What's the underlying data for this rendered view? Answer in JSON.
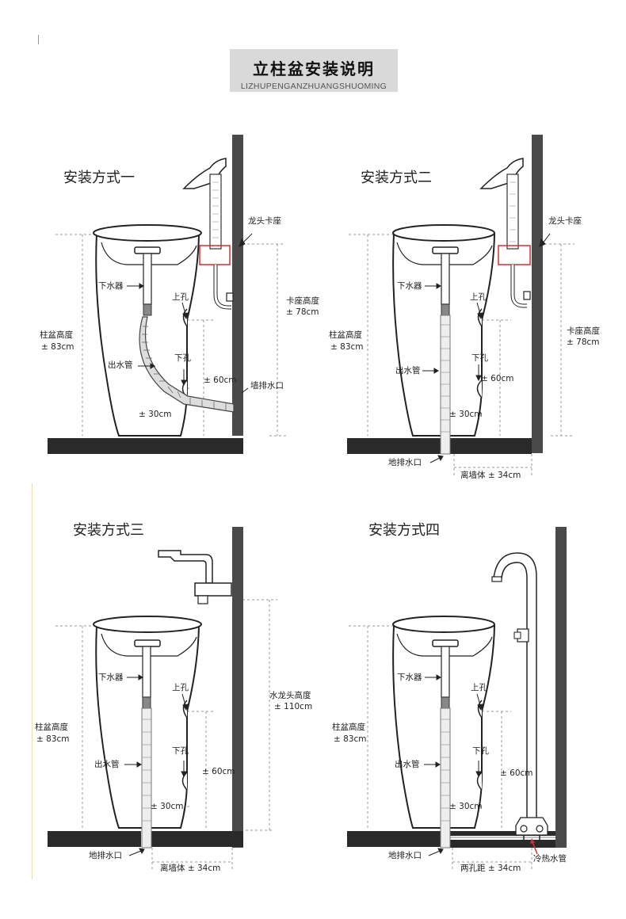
{
  "header": {
    "title": "立柱盆安装说明",
    "subtitle": "LIZHUPENGANZHUANGSHUOMING"
  },
  "panels": [
    {
      "title": "安装方式一",
      "labels": {
        "faucet_seat": "龙头卡座",
        "drain": "下水器",
        "upper_hole": "上孔",
        "height_label": "柱盆高度",
        "height_value": "± 83cm",
        "outlet_pipe": "出水管",
        "lower_hole": "下孔",
        "seat_height_label": "卡座高度",
        "seat_height_value": "± 78cm",
        "h60": "± 60cm",
        "wall_outlet": "墙排水口",
        "h30": "± 30cm"
      }
    },
    {
      "title": "安装方式二",
      "labels": {
        "faucet_seat": "龙头卡座",
        "drain": "下水器",
        "upper_hole": "上孔",
        "height_label": "柱盆高度",
        "height_value": "± 83cm",
        "seat_height_label": "卡座高度",
        "seat_height_value": "± 78cm",
        "lower_hole": "下孔",
        "outlet_pipe": "出水管",
        "h60": "± 60cm",
        "h30": "± 30cm",
        "floor_outlet": "地排水口",
        "wall_dist": "离墙体 ± 34cm"
      }
    },
    {
      "title": "安装方式三",
      "labels": {
        "drain": "下水器",
        "upper_hole": "上孔",
        "height_label": "柱盆高度",
        "height_value": "± 83cm",
        "faucet_height_label": "水龙头高度",
        "faucet_height_value": "± 110cm",
        "lower_hole": "下孔",
        "outlet_pipe": "出水管",
        "h60": "± 60cm",
        "h30": "± 30cm",
        "floor_outlet": "地排水口",
        "wall_dist": "离墙体 ± 34cm"
      }
    },
    {
      "title": "安装方式四",
      "labels": {
        "drain": "下水器",
        "upper_hole": "上孔",
        "height_label": "柱盆高度",
        "height_value": "± 83cm",
        "lower_hole": "下孔",
        "outlet_pipe": "出水管",
        "h60": "± 60cm",
        "h30": "± 30cm",
        "floor_outlet": "地排水口",
        "hole_dist": "两孔距 ± 34cm",
        "water_pipe": "冷热水管"
      }
    }
  ]
}
